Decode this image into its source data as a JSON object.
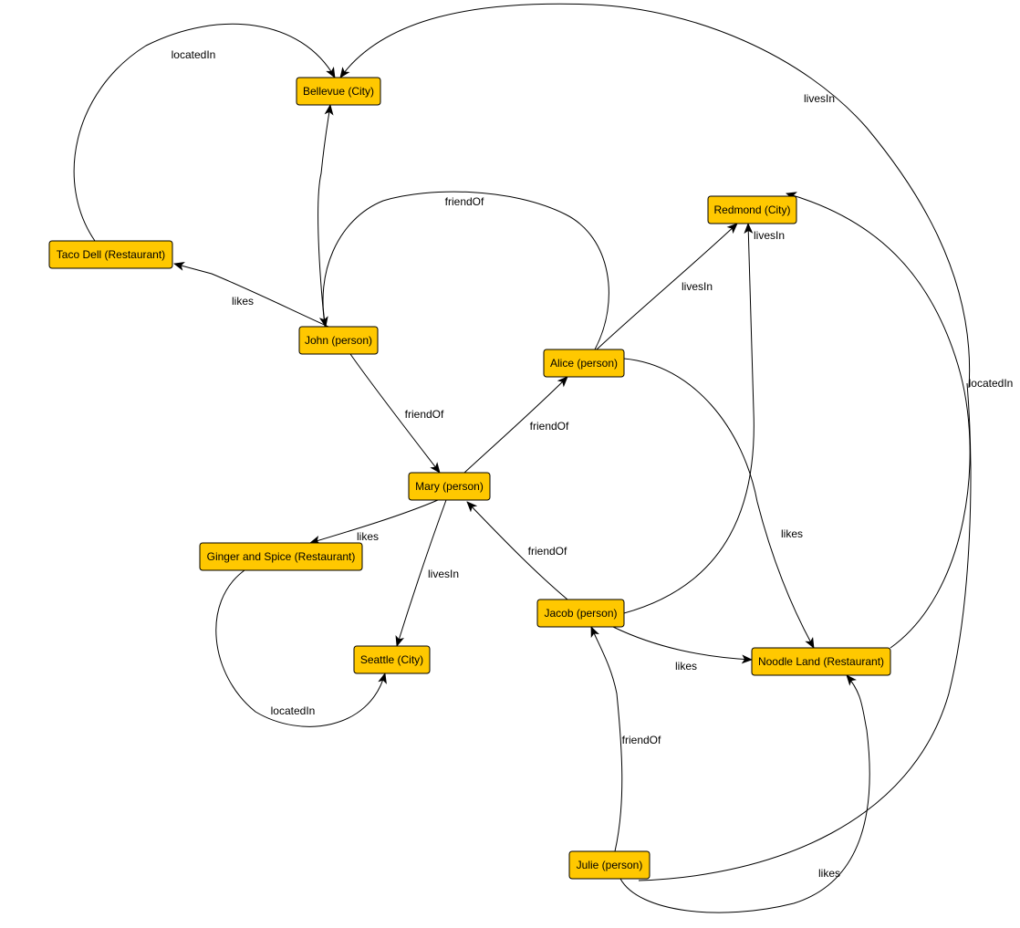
{
  "colors": {
    "node_fill": "#ffc800",
    "node_border": "#000000",
    "edge": "#000000",
    "background": "#ffffff"
  },
  "nodes": [
    {
      "id": "bellevue",
      "label": "Bellevue (City)"
    },
    {
      "id": "redmond",
      "label": "Redmond (City)"
    },
    {
      "id": "tacodell",
      "label": "Taco Dell (Restaurant)"
    },
    {
      "id": "john",
      "label": "John (person)"
    },
    {
      "id": "alice",
      "label": "Alice (person)"
    },
    {
      "id": "mary",
      "label": "Mary (person)"
    },
    {
      "id": "ginger",
      "label": "Ginger and Spice (Restaurant)"
    },
    {
      "id": "seattle",
      "label": "Seattle (City)"
    },
    {
      "id": "jacob",
      "label": "Jacob (person)"
    },
    {
      "id": "noodle",
      "label": "Noodle Land (Restaurant)"
    },
    {
      "id": "julie",
      "label": "Julie (person)"
    }
  ],
  "edges": [
    {
      "from": "tacodell",
      "to": "bellevue",
      "label": "locatedIn"
    },
    {
      "from": "redmond",
      "to": "bellevue",
      "label": "livesIn"
    },
    {
      "from": "john",
      "to": "bellevue",
      "label": "livesIn"
    },
    {
      "from": "john",
      "to": "tacodell",
      "label": "likes"
    },
    {
      "from": "alice",
      "to": "john",
      "label": "friendOf"
    },
    {
      "from": "john",
      "to": "mary",
      "label": "friendOf"
    },
    {
      "from": "alice",
      "to": "redmond",
      "label": "livesIn"
    },
    {
      "from": "mary",
      "to": "alice",
      "label": "friendOf"
    },
    {
      "from": "mary",
      "to": "ginger",
      "label": "likes"
    },
    {
      "from": "mary",
      "to": "seattle",
      "label": "livesIn"
    },
    {
      "from": "ginger",
      "to": "seattle",
      "label": "locatedIn"
    },
    {
      "from": "jacob",
      "to": "mary",
      "label": "friendOf"
    },
    {
      "from": "jacob",
      "to": "redmond",
      "label": "livesIn"
    },
    {
      "from": "alice",
      "to": "noodle",
      "label": "likes"
    },
    {
      "from": "jacob",
      "to": "noodle",
      "label": "likes"
    },
    {
      "from": "noodle",
      "to": "redmond",
      "label": "locatedIn"
    },
    {
      "from": "julie",
      "to": "jacob",
      "label": "friendOf"
    },
    {
      "from": "julie",
      "to": "noodle",
      "label": "likes"
    }
  ]
}
